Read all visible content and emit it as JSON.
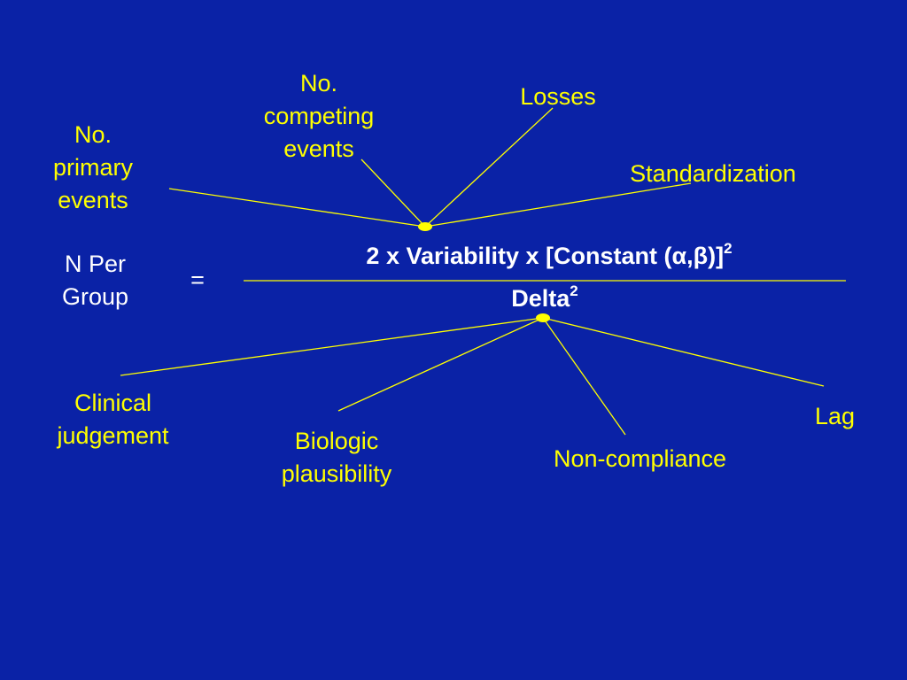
{
  "colors": {
    "background": "#0a22a6",
    "accent": "#ffff00",
    "text": "#ffffff"
  },
  "top_factors": {
    "primary_events": [
      "No.",
      "primary",
      "events"
    ],
    "competing_events": [
      "No.",
      "competing",
      "events"
    ],
    "losses": "Losses",
    "standardization": "Standardization"
  },
  "equation": {
    "lhs": [
      "N Per",
      "Group"
    ],
    "equals": "=",
    "numerator_prefix": "2 x Variability x [Constant (",
    "numerator_symbols": "α,β",
    "numerator_suffix": ")]",
    "numerator_exponent": "2",
    "denominator": "Delta",
    "denominator_exponent": "2"
  },
  "bottom_factors": {
    "clinical_judgement": [
      "Clinical",
      "judgement"
    ],
    "biologic_plausibility": [
      "Biologic",
      "plausibility"
    ],
    "non_compliance": "Non-compliance",
    "lag": "Lag"
  }
}
